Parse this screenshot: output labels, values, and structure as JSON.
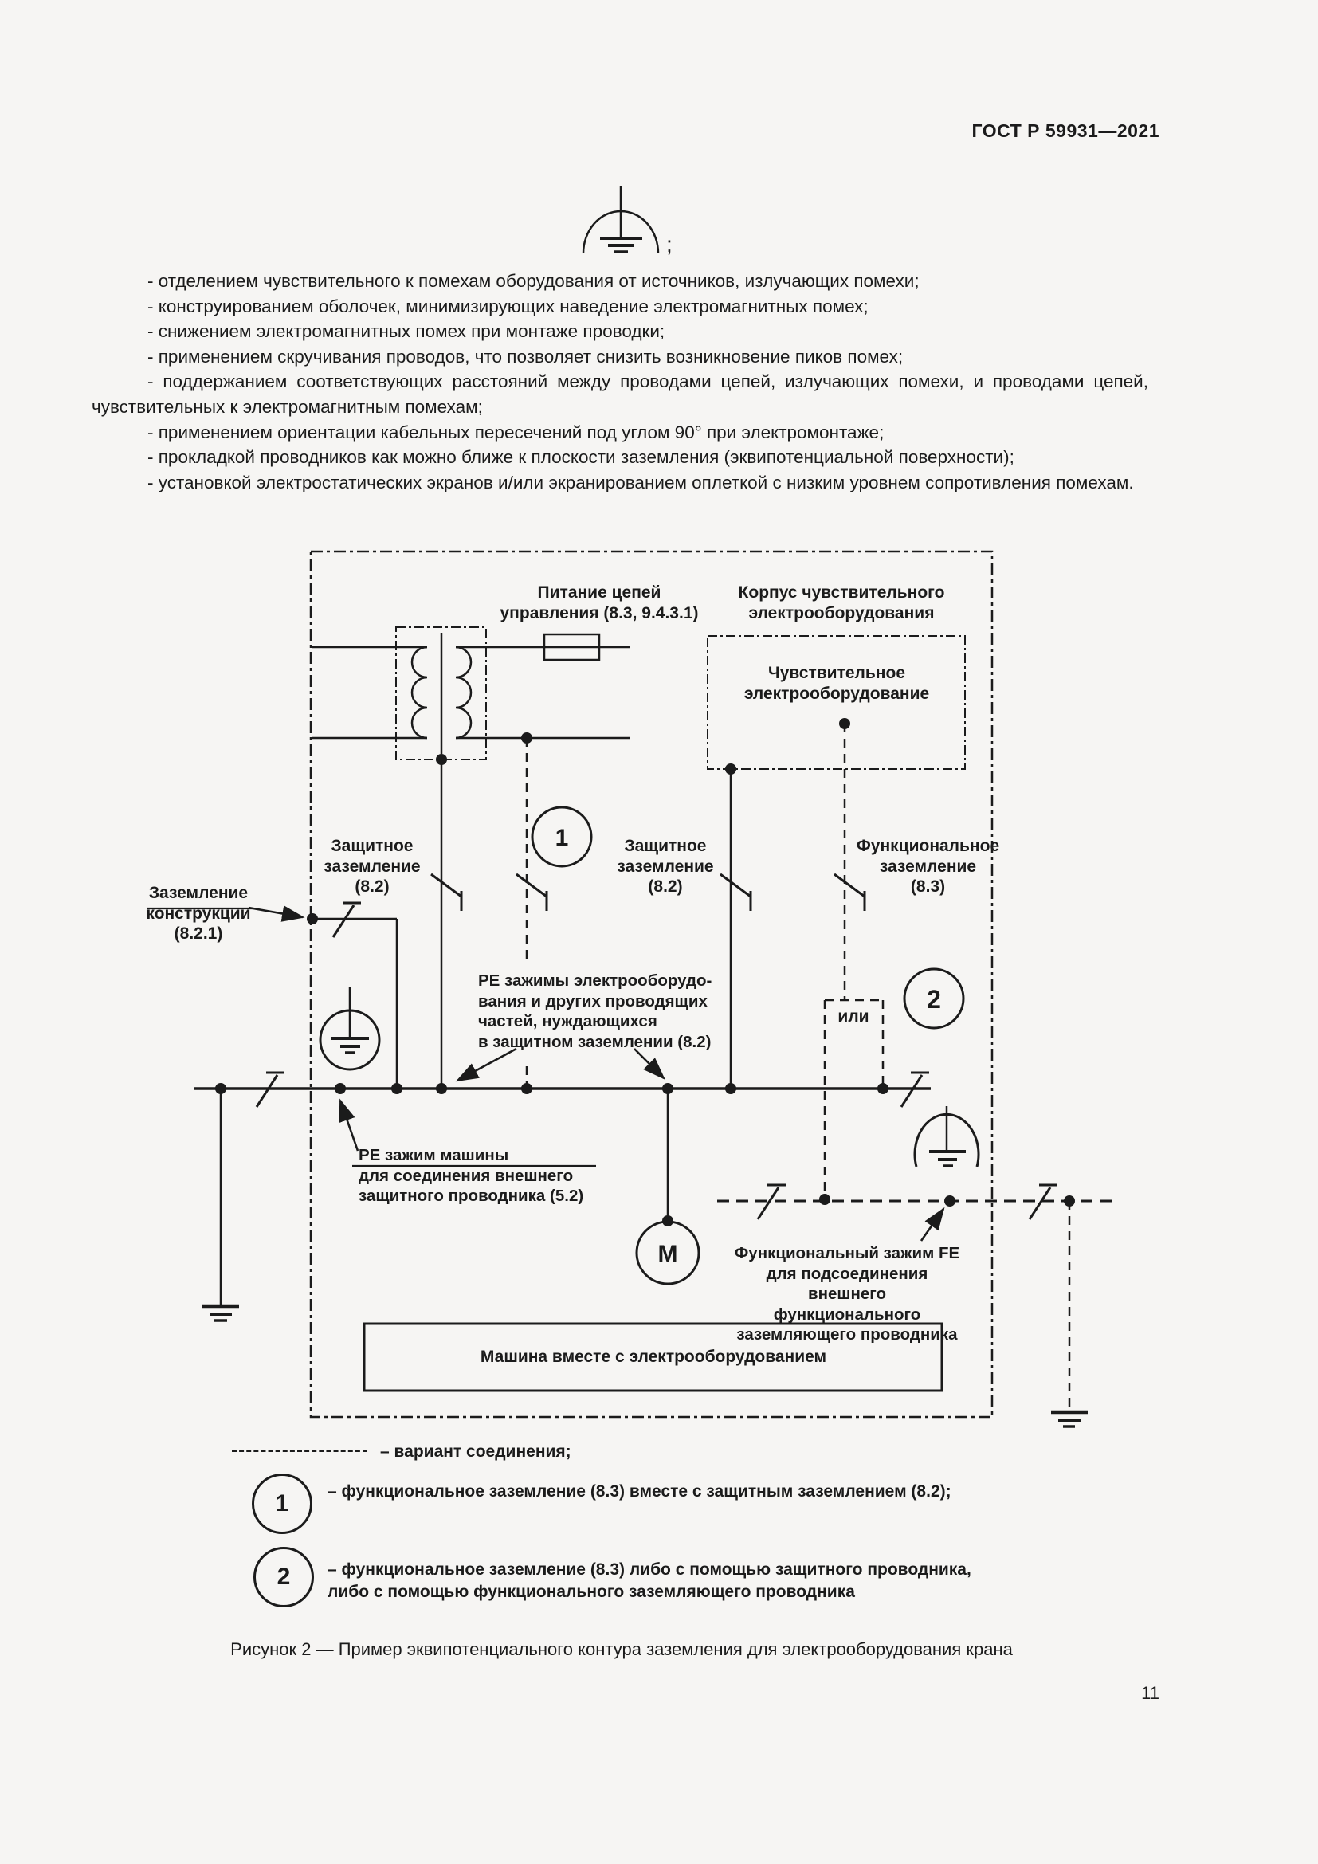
{
  "page": {
    "header": "ГОСТ Р 59931—2021",
    "page_number": "11",
    "top_symbol_suffix": ";"
  },
  "body": {
    "paragraphs": [
      "- отделением чувствительного к помехам оборудования от источников, излучающих помехи;",
      "- конструированием оболочек, минимизирующих наведение электромагнитных помех;",
      "- снижением электромагнитных помех при монтаже проводки;",
      "- применением скручивания проводов, что позволяет снизить возникновение пиков помех;",
      "- поддержанием соответствующих расстояний между проводами цепей, излучающих помехи, и проводами цепей, чувствительных к электромагнитным помехам;",
      "- применением ориентации кабельных пересечений под углом 90° при электромонтаже;",
      "- прокладкой проводников как можно ближе к плоскости заземления (эквипотенциальной поверхности);",
      "- установкой электростатических экранов и/или экранированием оплеткой с низким уровнем сопротивления помехам."
    ]
  },
  "diagram": {
    "labels": {
      "power_supply": "Питание цепей\nуправления (8.3, 9.4.3.1)",
      "sensitive_housing": "Корпус чувствительного\nэлектрооборудования",
      "sensitive_equipment": "Чувствительное\nэлектрооборудование",
      "protective_earth_left": "Защитное\nзаземление\n(8.2)",
      "protective_earth_right": "Защитное\nзаземление\n(8.2)",
      "functional_earth": "Функциональное\nзаземление\n(8.3)",
      "structure_earth": "Заземление\nконструкции\n(8.2.1)",
      "pe_terminals": "PE зажимы электрооборудо-\nвания и других проводящих\nчастей, нуждающихся\nв защитном заземлении (8.2)",
      "pe_machine": "PE зажим машины\nдля соединения внешнего\nзащитного проводника (5.2)",
      "fe_terminal": "Функциональный зажим FE\nдля подсоединения внешнего\nфункционального\nзаземляющего проводника",
      "or_label": "или",
      "motor": "M",
      "machine_box": "Машина вместе с электрооборудованием",
      "callout_1": "1",
      "callout_2": "2"
    }
  },
  "legend": {
    "variant": {
      "text": "– вариант соединения;"
    },
    "item1": {
      "num": "1",
      "text": "– функциональное заземление (8.3) вместе с защитным заземлением (8.2);"
    },
    "item2": {
      "num": "2",
      "text": "– функциональное заземление (8.3) либо с помощью защитного проводника,\nлибо с помощью функционального заземляющего проводника"
    }
  },
  "caption": "Рисунок 2 — Пример эквипотенциального контура заземления для электрооборудования крана"
}
